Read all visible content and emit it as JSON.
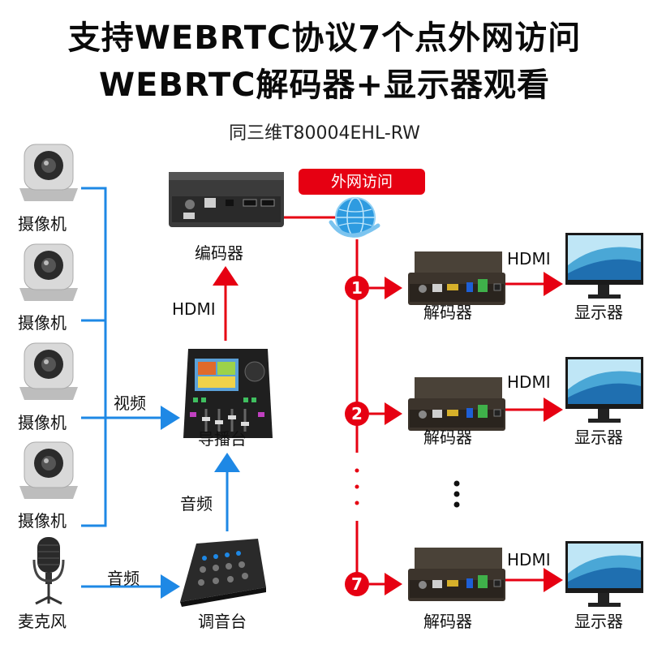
{
  "header": {
    "title_line1": "支持WEBRTC协议7个点外网访问",
    "title_line2": "WEBRTC解码器+显示器观看",
    "subtitle": "同三维T80004EHL-RW"
  },
  "left": {
    "cameras": [
      "摄像机",
      "摄像机",
      "摄像机",
      "摄像机"
    ],
    "microphone": "麦克风",
    "video_label": "视频",
    "audio_label": "音频"
  },
  "center": {
    "encoder": "编码器",
    "hdmi_label": "HDMI",
    "switcher": "导播台",
    "audio_label": "音频",
    "mixer": "调音台"
  },
  "right": {
    "internet_badge": "外网访问",
    "nodes": [
      {
        "number": "1",
        "decoder": "解码器",
        "hdmi": "HDMI",
        "display": "显示器"
      },
      {
        "number": "2",
        "decoder": "解码器",
        "hdmi": "HDMI",
        "display": "显示器"
      },
      {
        "number": "7",
        "decoder": "解码器",
        "hdmi": "HDMI",
        "display": "显示器"
      }
    ]
  },
  "colors": {
    "red": "#e60012",
    "blue": "#1e88e5",
    "badge_red": "#e60012"
  }
}
